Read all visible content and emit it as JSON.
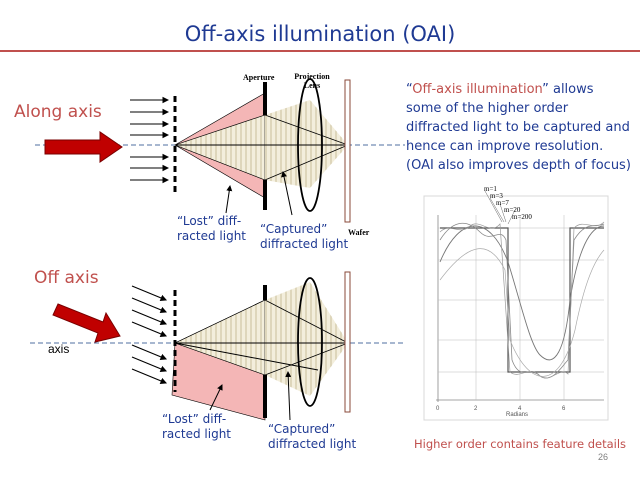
{
  "title": "Off-axis illumination (OAI)",
  "labels": {
    "along_axis": "Along axis",
    "off_axis": "Off axis",
    "axis": "axis",
    "aperture": "Aperture",
    "projection_lens": "Projection Lens",
    "wafer": "Wafer",
    "lost_top": [
      "“Lost” diff-",
      "racted light"
    ],
    "captured_top": [
      "“Captured”",
      "diffracted light"
    ],
    "lost_bottom": [
      "“Lost” diff-",
      "racted light"
    ],
    "captured_bottom": [
      "“Captured”",
      "diffracted light"
    ]
  },
  "explanation": {
    "quote_open": "“",
    "highlight": "Off-axis illumination",
    "quote_close": "”",
    "line1_rest": " allows",
    "line2": "some of the higher order",
    "line3": "diffracted light to be captured and",
    "line4": "hence can improve resolution.",
    "line5": "(OAI also improves depth of focus)"
  },
  "fourier_plot": {
    "order_labels": [
      "m=1",
      "m=3",
      "m=7",
      "m=20",
      "m=200"
    ],
    "x_label": "Radians"
  },
  "caption": "Higher order contains feature details",
  "page_number": "26",
  "colors": {
    "title": "#1f3a93",
    "accent_red": "#c0504d",
    "arrow_red": "#c00000",
    "lost_fill": "#f4b6b6",
    "captured_fill": "#e9e2c8",
    "axis_line": "#4f6fa0"
  }
}
